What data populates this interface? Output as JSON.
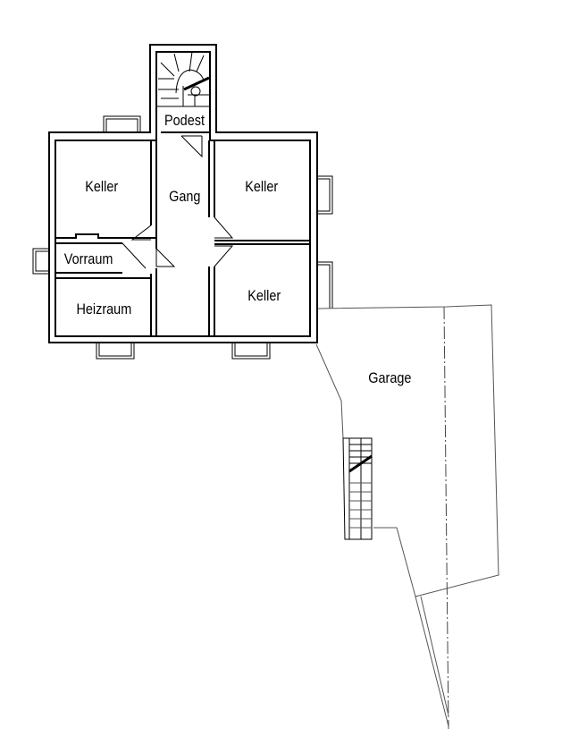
{
  "plan": {
    "rooms": {
      "podest": "Podest",
      "keller_top_left": "Keller",
      "gang": "Gang",
      "keller_top_right": "Keller",
      "vorraum": "Vorraum",
      "heizraum": "Heizraum",
      "keller_bottom_right": "Keller",
      "garage": "Garage"
    }
  }
}
